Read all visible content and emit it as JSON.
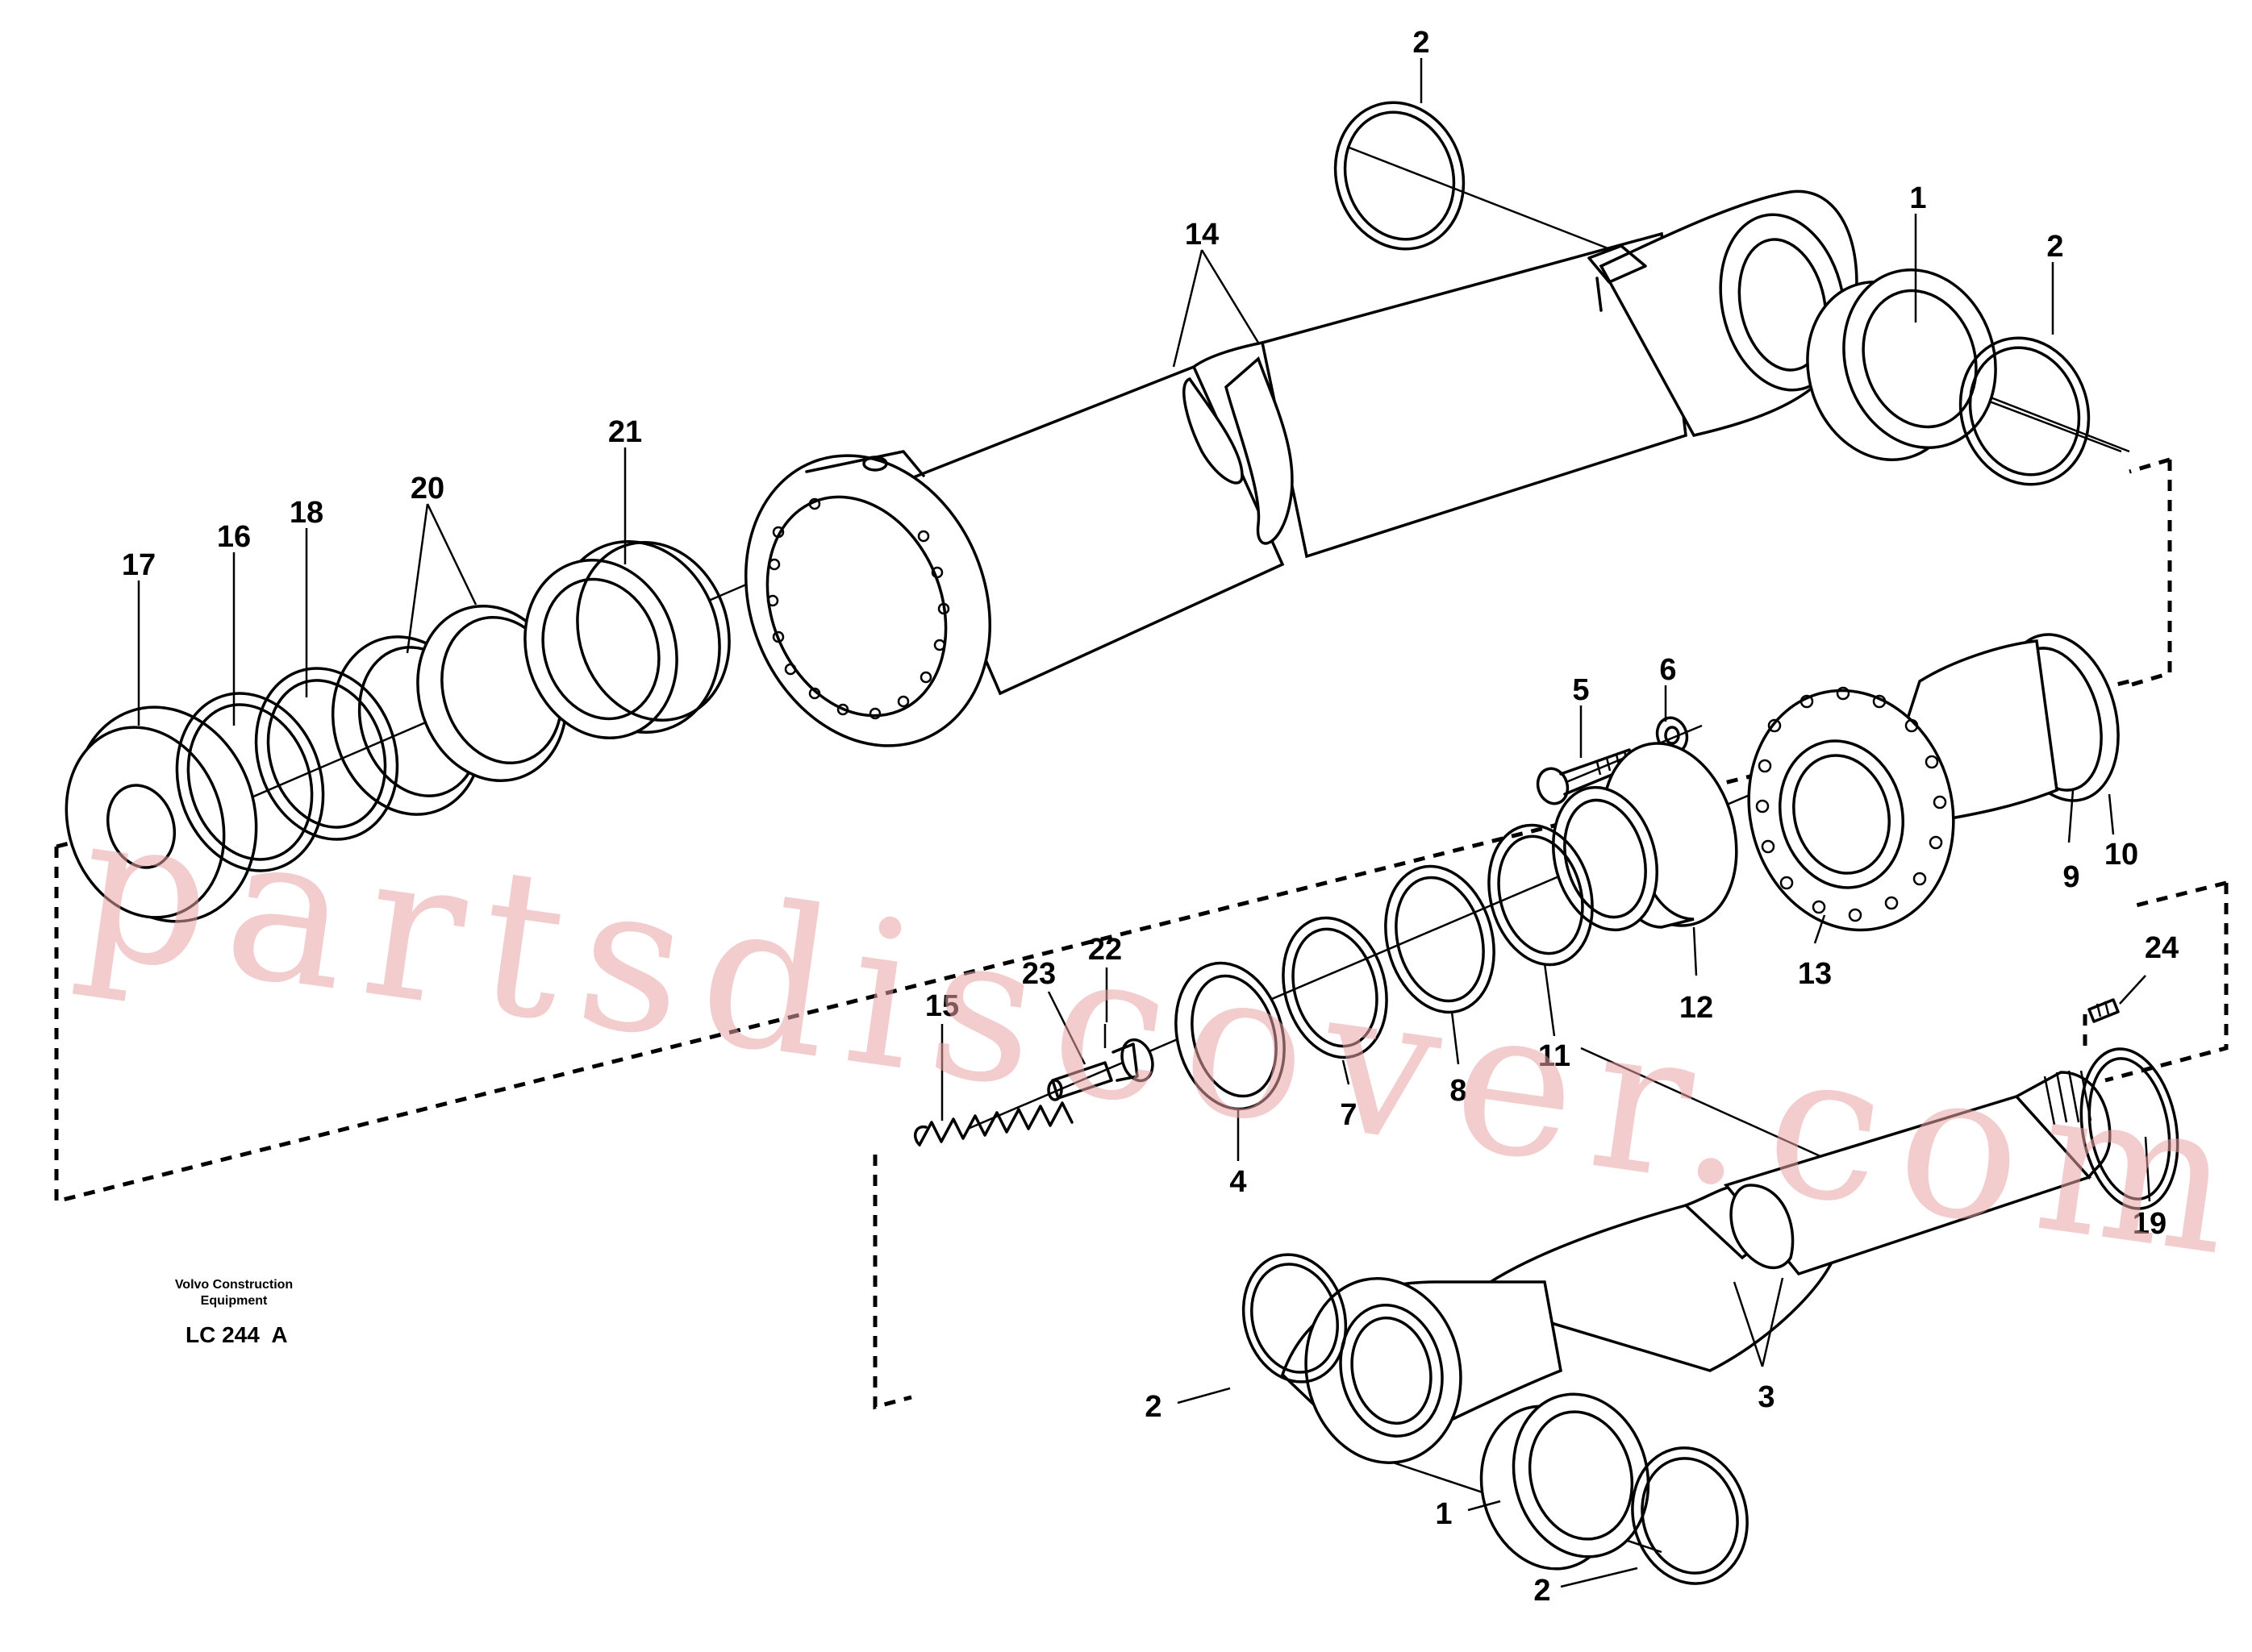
{
  "watermark": "partsdiscover.com",
  "caption": {
    "company_line1": "Volvo Construction",
    "company_line2": "Equipment",
    "drawing_code": "LC 244  A"
  },
  "callouts": {
    "c2_top": "2",
    "c1_top": "1",
    "c2_right": "2",
    "c14": "14",
    "c21": "21",
    "c20": "20",
    "c18": "18",
    "c16": "16",
    "c17": "17",
    "c5": "5",
    "c6": "6",
    "c9": "9",
    "c10": "10",
    "c13": "13",
    "c12": "12",
    "c11": "11",
    "c8": "8",
    "c7": "7",
    "c4": "4",
    "c22": "22",
    "c23": "23",
    "c15": "15",
    "c24": "24",
    "c19": "19",
    "c3": "3",
    "c2_left_bottom": "2",
    "c1_bottom": "1",
    "c2_bottom": "2"
  }
}
